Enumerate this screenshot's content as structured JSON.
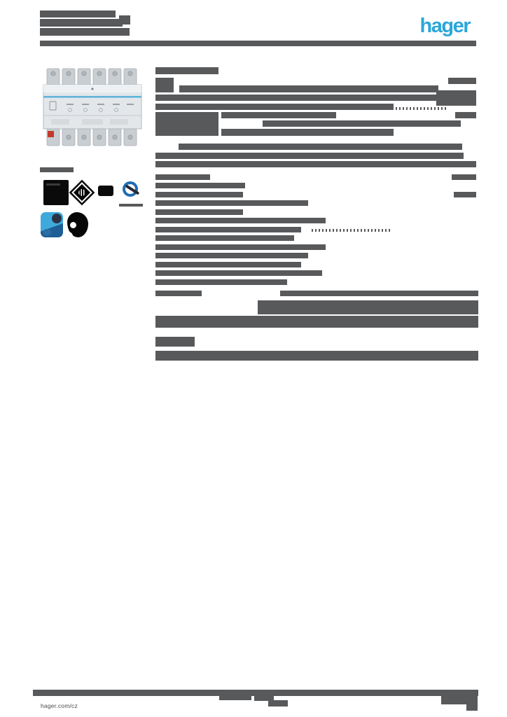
{
  "colors": {
    "bar": "#58595b",
    "logo_blue": "#2ba6da",
    "page_bg": "#ffffff",
    "device_body": "#e3e7ea",
    "device_stripe": "#5fb4d8",
    "device_terminal": "#c9ced2",
    "device_accent": "#c4392b",
    "badge_blue": "#1f6cb4",
    "swirl_light": "#3fa9dc",
    "swirl_dark": "#1d5e94",
    "link_text": "#4a4a4c"
  },
  "header": {
    "logo_text": "hager"
  },
  "media": {
    "product_photo_alt": "din-rail-module",
    "badges": [
      "certification-badge-black-square",
      "certification-badge-diamond-mark",
      "certification-badge-black-pill",
      "certification-badge-q-approval",
      "certification-badge-blue-sphere",
      "certification-badge-black-crescent"
    ]
  },
  "footer": {
    "link_text": "hager.com/cz"
  },
  "redaction": {
    "header_bars": [
      [
        57,
        15,
        108,
        10
      ],
      [
        57,
        27,
        118,
        11
      ],
      [
        57,
        40,
        128,
        11
      ],
      [
        170,
        22,
        16,
        13
      ],
      [
        57,
        58,
        623,
        8
      ]
    ],
    "media_bars": [
      [
        57,
        239,
        48,
        7
      ],
      [
        170,
        291,
        34,
        4
      ]
    ],
    "spec_bars": [
      [
        222,
        96,
        90,
        10
      ],
      [
        222,
        111,
        26,
        21
      ],
      [
        640,
        111,
        40,
        9
      ],
      [
        256,
        122,
        370,
        10
      ],
      [
        222,
        135,
        404,
        9
      ],
      [
        623,
        129,
        57,
        22
      ],
      [
        222,
        148,
        340,
        9
      ],
      [
        565,
        153,
        75,
        4,
        1
      ],
      [
        222,
        160,
        90,
        34
      ],
      [
        316,
        160,
        164,
        9
      ],
      [
        650,
        160,
        30,
        9
      ],
      [
        375,
        172,
        283,
        9
      ],
      [
        316,
        184,
        246,
        10
      ],
      [
        255,
        205,
        405,
        9
      ],
      [
        222,
        218,
        440,
        9
      ],
      [
        222,
        230,
        458,
        9
      ],
      [
        222,
        249,
        78,
        8
      ],
      [
        645,
        249,
        35,
        8
      ],
      [
        222,
        261,
        128,
        8
      ],
      [
        222,
        274,
        125,
        8
      ],
      [
        648,
        274,
        32,
        8
      ],
      [
        222,
        286,
        218,
        8
      ],
      [
        222,
        299,
        125,
        8
      ],
      [
        222,
        311,
        243,
        8
      ],
      [
        222,
        324,
        208,
        8
      ],
      [
        445,
        327,
        115,
        4,
        1
      ],
      [
        222,
        336,
        198,
        8
      ],
      [
        222,
        349,
        243,
        8
      ],
      [
        222,
        361,
        218,
        8
      ],
      [
        222,
        374,
        208,
        8
      ],
      [
        222,
        386,
        238,
        8
      ],
      [
        222,
        399,
        188,
        8
      ],
      [
        222,
        415,
        66,
        8
      ],
      [
        400,
        415,
        283,
        8
      ],
      [
        368,
        429,
        315,
        20
      ],
      [
        222,
        451,
        461,
        17
      ],
      [
        222,
        481,
        56,
        14
      ],
      [
        222,
        501,
        461,
        14
      ]
    ],
    "footer_bars": [
      [
        47,
        985,
        636,
        9
      ],
      [
        313,
        987,
        46,
        13
      ],
      [
        363,
        989,
        28,
        12
      ],
      [
        383,
        1000,
        28,
        9
      ],
      [
        630,
        994,
        52,
        12
      ],
      [
        666,
        1006,
        16,
        9
      ]
    ]
  }
}
